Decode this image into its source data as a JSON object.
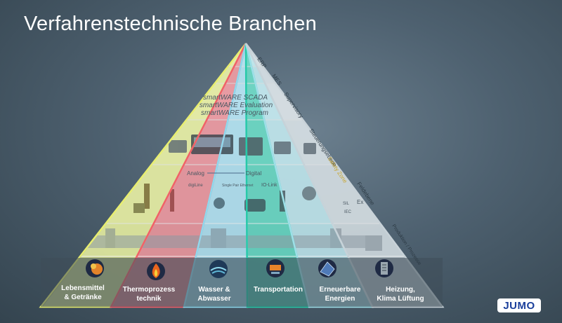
{
  "slide": {
    "title": "Verfahrenstechnische Branchen"
  },
  "levels": {
    "erp": "ERP",
    "mes": "MES",
    "supervisory": "Supervisory",
    "steuerungsebene": "Steuerungsebene",
    "safety_zone": "Safety Zone",
    "feldebene": "Feldebene",
    "produktion": "Produktion / Prozesse"
  },
  "software": {
    "line1": "smartWARE SCADA",
    "line2": "smartWARE Evaluation",
    "line3": "smartWARE Program"
  },
  "signals": {
    "analog": "Analog",
    "digital": "Digital",
    "digiline": "digiLine",
    "spe": "Single Pair Ethernet",
    "iolink": "IO-Link",
    "sil": "SIL",
    "ex": "Ex",
    "iec": "IEC"
  },
  "industries": [
    {
      "line1": "Lebensmittel",
      "line2": "& Getränke",
      "icon": "food-icon",
      "color": "#e8ee70"
    },
    {
      "line1": "Thermoprozess",
      "line2": "technik",
      "icon": "flame-icon",
      "color": "#f0606a"
    },
    {
      "line1": "Wasser &",
      "line2": "Abwasser",
      "icon": "water-icon",
      "color": "#8fd9ee"
    },
    {
      "line1": "Transportation",
      "line2": "",
      "icon": "transport-icon",
      "color": "#27c9a8"
    },
    {
      "line1": "Erneuerbare",
      "line2": "Energien",
      "icon": "solar-icon",
      "color": "#9fdfe8"
    },
    {
      "line1": "Heizung,",
      "line2": "Klima Lüftung",
      "icon": "hvac-icon",
      "color": "#c8d2d8"
    }
  ],
  "logo": {
    "text": "JUMO"
  },
  "colors": {
    "yellow": "#e8ee70",
    "red": "#f0606a",
    "cyan": "#8fd9ee",
    "teal": "#27c9a8",
    "lightblue": "#9fdfe8",
    "grey": "#c8d2d8"
  }
}
